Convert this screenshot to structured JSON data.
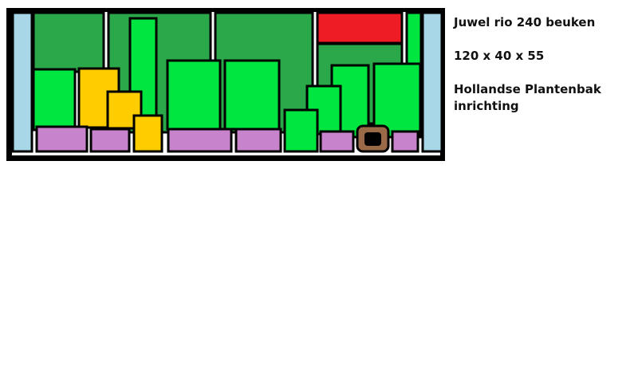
{
  "aquarium": {
    "model": "Juwel rio 240 beuken",
    "dimensions": "120 x 40 x 55",
    "style": "Hollandse Plantenbak inrichting"
  },
  "colors": {
    "frame": "#000000",
    "side_glass": "#a8d8e8",
    "background_plants": "#2aa84a",
    "foreground_plants": "#00e640",
    "yellow_plants": "#ffcc00",
    "red_plants": "#ee1c24",
    "purple_plants": "#c784cc",
    "ornament": "#9a6a48",
    "page_background": "#ffffff"
  },
  "legend_icons": {
    "side": "glass-side-panel-icon",
    "ornament": "hollow-ornament-icon"
  }
}
